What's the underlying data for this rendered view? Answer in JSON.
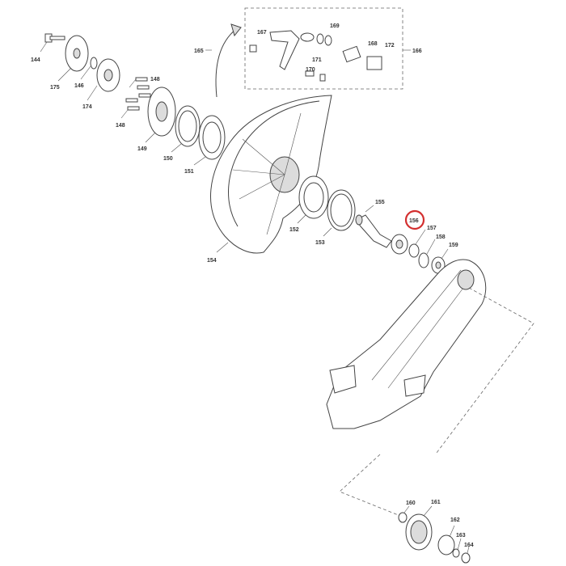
{
  "diagram": {
    "highlight_color": "#d32f2f",
    "highlighted_part": "156",
    "callouts": {
      "c144": "144",
      "c175": "175",
      "c146": "146",
      "c174": "174",
      "c148a": "148",
      "c148b": "148",
      "c149": "149",
      "c150": "150",
      "c151": "151",
      "c165": "165",
      "c167": "167",
      "c169": "169",
      "c168": "168",
      "c172": "172",
      "c166": "166",
      "c171": "171",
      "c170": "170",
      "c154": "154",
      "c152": "152",
      "c153": "153",
      "c155": "155",
      "c156": "156",
      "c157": "157",
      "c158": "158",
      "c159": "159",
      "c160": "160",
      "c161": "161",
      "c162": "162",
      "c163": "163",
      "c164": "164"
    }
  }
}
